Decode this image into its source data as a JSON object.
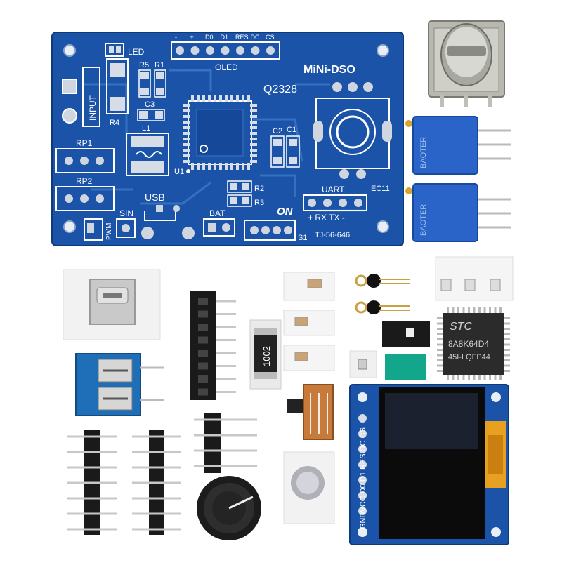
{
  "pcb": {
    "title": "MiNi-DSO",
    "chip_code": "Q2328",
    "led": "LED",
    "input": "INPUT",
    "r4": "R4",
    "r5": "R5",
    "r1": "R1",
    "c3": "C3",
    "l1": "L1",
    "u1": "U1",
    "c2": "C2",
    "c1": "C1",
    "r2": "R2",
    "r3": "R3",
    "rp1": "RP1",
    "rp2": "RP2",
    "usb": "USB",
    "sin": "SIN",
    "pwm": "PWM",
    "bat": "BAT",
    "on": "ON",
    "s1": "S1",
    "switch_model": "TJ-56-646",
    "uart": "UART",
    "uart_pins": "+ RX TX -",
    "ec11": "EC11",
    "oled": "OLED",
    "oled_pins": [
      "-",
      "+",
      "D0",
      "D1",
      "RES",
      "DC",
      "CS"
    ]
  },
  "parts": {
    "trimpot_brand": "BAOTER",
    "resistor_code": "1002",
    "mcu_brand": "STC",
    "mcu_part": "8A8K64D4",
    "mcu_package": "45I-LQFP44",
    "oled_labels": "GNDVCC D0 D1 RES DC CS"
  },
  "colors": {
    "pcb_blue": "#1a53a8",
    "pcb_trace": "#3a74c4",
    "silkscreen": "#ffffff",
    "terminal_blue": "#1f6fb8",
    "oled_tab": "#e8a020",
    "teal_pad": "#12a68a"
  }
}
